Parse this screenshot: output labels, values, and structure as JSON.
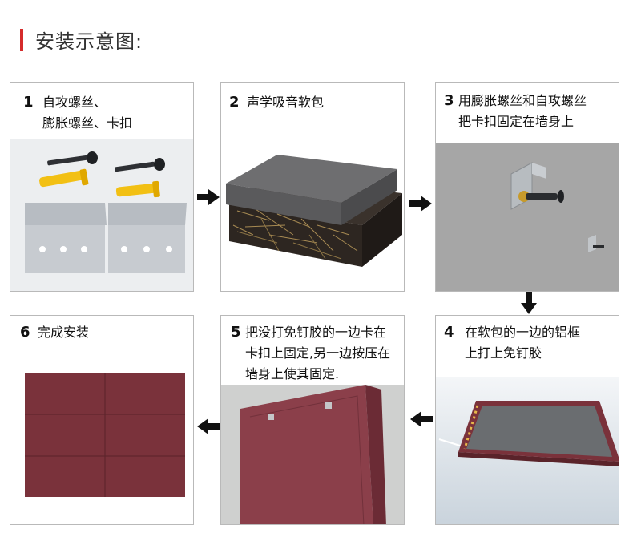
{
  "title": "安装示意图:",
  "colors": {
    "accent": "#d52b2b",
    "panel": "#7a323b",
    "panel_grid": "#5a232a"
  },
  "steps": [
    {
      "number": "1",
      "line1": "自攻螺丝、",
      "line2": "膨胀螺丝、卡扣",
      "image": "screws-and-clips"
    },
    {
      "number": "2",
      "line1": "声学吸音软包",
      "line2": "",
      "image": "acoustic-panels"
    },
    {
      "number": "3",
      "line1": "用膨胀螺丝和自攻螺丝",
      "line2": "把卡扣固定在墙身上",
      "image": "clip-on-wall"
    },
    {
      "number": "4",
      "line1": "在软包的一边的铝框",
      "line2": "上打上免钉胶",
      "image": "glue-on-frame"
    },
    {
      "number": "5",
      "line1": "把没打免钉胶的一边卡在",
      "line2": "卡扣上固定,另一边按压在",
      "line3": "墙身上使其固定.",
      "image": "panel-on-wall"
    },
    {
      "number": "6",
      "line1": "完成安装",
      "line2": "",
      "image": "finished-wall"
    }
  ],
  "arrows": [
    "right-arrow",
    "right-arrow",
    "down-arrow",
    "left-arrow",
    "left-arrow"
  ]
}
